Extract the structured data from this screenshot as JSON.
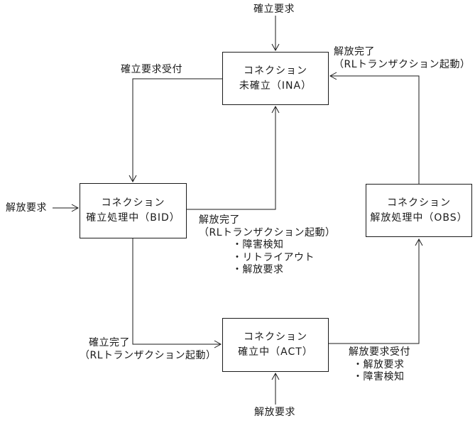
{
  "diagram": {
    "states": {
      "ina": {
        "line1": "コネクション",
        "line2": "未確立（INA）"
      },
      "bid": {
        "line1": "コネクション",
        "line2": "確立処理中（BID）"
      },
      "act": {
        "line1": "コネクション",
        "line2": "確立中（ACT）"
      },
      "obs": {
        "line1": "コネクション",
        "line2": "解放処理中（OBS）"
      }
    },
    "events": {
      "establish_request_top": "確立要求",
      "establish_request_accept": "確立要求受付",
      "release_request_left": "解放要求",
      "release_request_bottom": "解放要求",
      "release_complete_bid_to_ina": {
        "line1": "解放完了",
        "line2": "（RLトランザクション起動）",
        "bullets": [
          "・障害検知",
          "・リトライアウト",
          "・解放要求"
        ]
      },
      "establish_complete": {
        "line1": "確立完了",
        "line2": "（RLトランザクション起動）"
      },
      "release_request_accept": {
        "line1": "解放要求受付",
        "bullets": [
          "・解放要求",
          "・障害検知"
        ]
      },
      "release_complete_obs_to_ina": {
        "line1": "解放完了",
        "line2": "（RLトランザクション起動）"
      }
    },
    "colors": {
      "line": "#1a1a1a",
      "background": "#ffffff"
    }
  }
}
